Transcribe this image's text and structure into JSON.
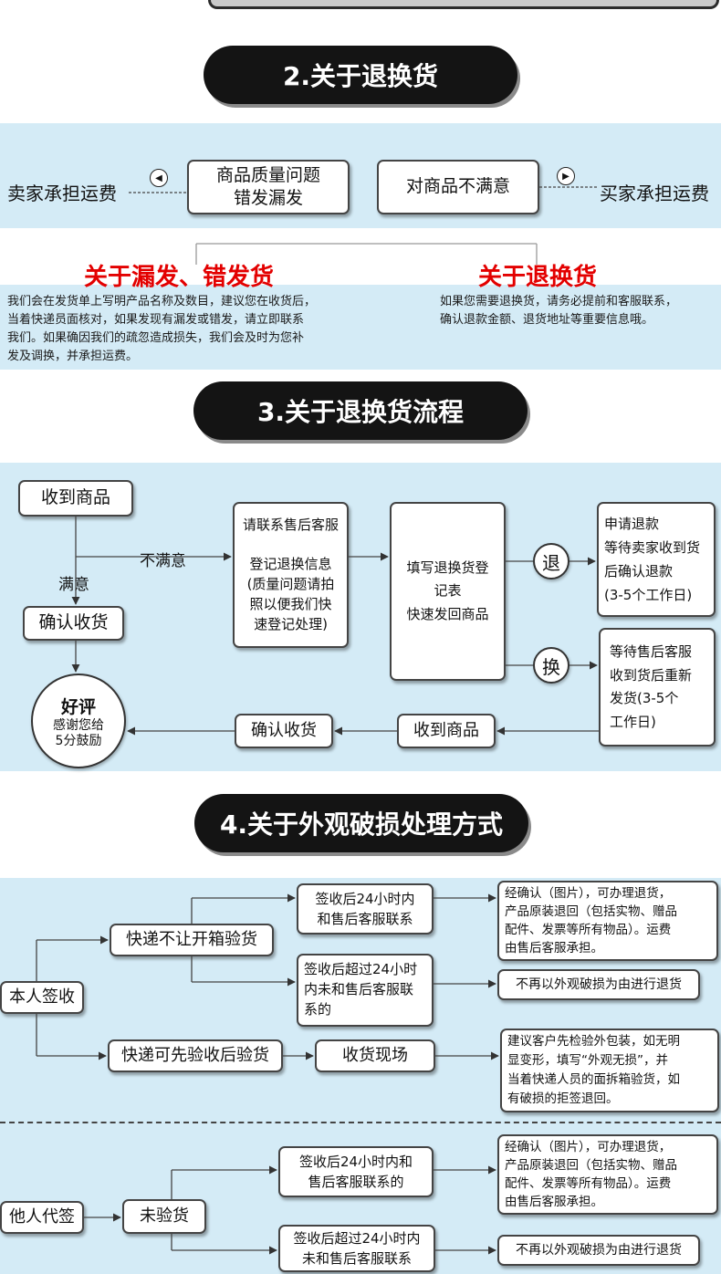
{
  "sections": {
    "s2_title": "2.关于退换货",
    "s3_title": "3.关于退换货流程",
    "s4_title": "4.关于外观破损处理方式"
  },
  "s2": {
    "left_label": "卖家承担运费",
    "right_label": "买家承担运费",
    "quality_box": "商品质量问题\n错发漏发",
    "unsatisfied_box": "对商品不满意",
    "left_icon": "chevron-left-icon",
    "right_icon": "chevron-right-icon",
    "missing_heading": "关于漏发、错发货",
    "return_heading": "关于退换货",
    "missing_text": "我们会在发货单上写明产品名称及数目，建议您在收货后，\n当着快递员面核对，如果发现有漏发或错发，请立即联系\n我们。如果确因我们的疏忽造成损失，我们会及时为您补\n发及调换，并承担运费。",
    "return_text": "如果您需要退换货，请务必提前和客服联系，\n确认退款金额、退货地址等重要信息哦。"
  },
  "s3": {
    "receive": "收到商品",
    "not_satisfied": "不满意",
    "satisfied": "满意",
    "confirm": "确认收货",
    "good_review_title": "好评",
    "good_review_text": "感谢您给\n5分鼓励",
    "contact": "请联系售后客服\n\n登记退换信息\n(质量问题请拍\n照以便我们快\n速登记处理)",
    "fill_form": "填写退换货登\n记表\n快速发回商品",
    "refund_char": "退",
    "exchange_char": "换",
    "refund_text": "申请退款\n等待卖家收到货\n后确认退款\n(3-5个工作日)",
    "exchange_text": "等待售后客服\n收到货后重新\n发货(3-5个\n工作日)",
    "confirm2": "确认收货",
    "receive2": "收到商品"
  },
  "s4": {
    "self_sign": "本人签收",
    "no_open": "快递不让开箱验货",
    "within24": "签收后24小时内\n和售后客服联系",
    "over24": "签收后超过24小时\n内未和售后客服联\n系的",
    "confirmed_text": "经确认（图片），可办理退货，\n产品原装退回（包括实物、赠品\n配件、发票等所有物品）。运费\n由售后客服承担。",
    "no_return": "不再以外观破损为由进行退货",
    "inspect_first": "快递可先验收后验货",
    "on_site": "收货现场",
    "advice_text": "建议客户先检验外包装，如无明\n显变形，填写“外观无损”，并\n当着快递人员的面拆箱验货，如\n有破损的拒签退回。",
    "other_sign": "他人代签",
    "not_inspected": "未验货",
    "within24b": "签收后24小时内和\n售后客服联系的",
    "confirmed_text2": "经确认（图片），可办理退货，\n产品原装退回（包括实物、赠品\n配件、发票等所有物品）。运费\n由售后客服承担。",
    "over24b": "签收后超过24小时内\n未和售后客服联系",
    "no_return2": "不再以外观破损为由进行退货"
  }
}
